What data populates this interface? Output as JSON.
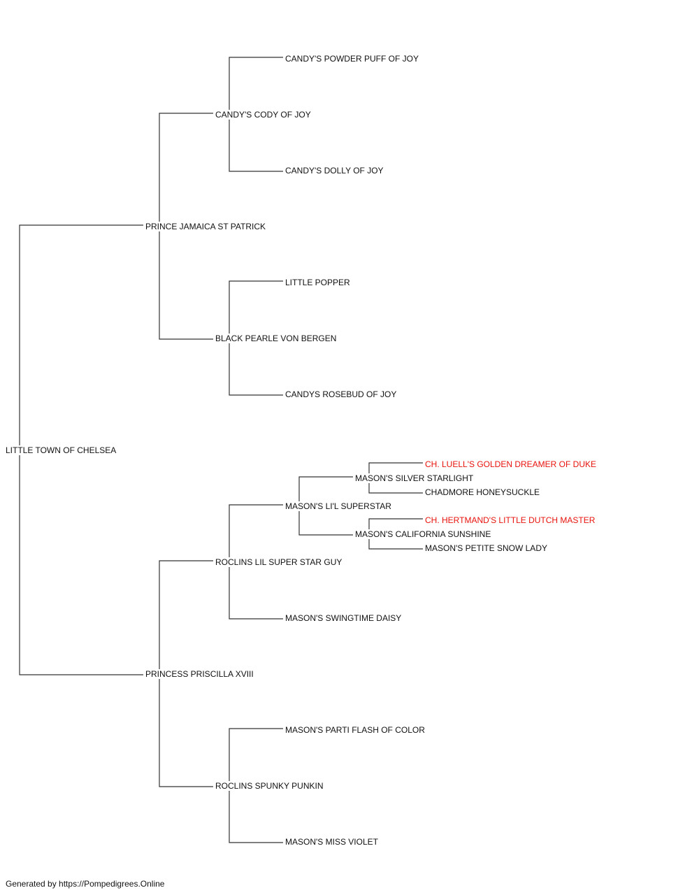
{
  "pedigree": {
    "subject": "LITTLE TOWN OF CHELSEA",
    "sire": "PRINCE JAMAICA ST PATRICK",
    "sire_sire": "CANDY'S CODY OF JOY",
    "sire_sire_sire": "CANDY'S POWDER PUFF OF JOY",
    "sire_sire_dam": "CANDY'S DOLLY OF JOY",
    "sire_dam": "BLACK PEARLE VON BERGEN",
    "sire_dam_sire": "LITTLE POPPER",
    "sire_dam_dam": "CANDYS ROSEBUD OF JOY",
    "dam": "PRINCESS PRISCILLA XVIII",
    "dam_sire": "ROCLINS LIL SUPER STAR GUY",
    "dam_sire_sire": "MASON'S LI'L SUPERSTAR",
    "dam_sire_sire_sire": "MASON'S SILVER STARLIGHT",
    "dam_sire_sire_sire_sire": "CH. LUELL'S GOLDEN DREAMER OF DUKE",
    "dam_sire_sire_sire_dam": "CHADMORE HONEYSUCKLE",
    "dam_sire_sire_dam": "MASON'S CALIFORNIA SUNSHINE",
    "dam_sire_sire_dam_sire": "CH. HERTMAND'S LITTLE DUTCH MASTER",
    "dam_sire_sire_dam_dam": "MASON'S PETITE SNOW LADY",
    "dam_sire_dam": "MASON'S SWINGTIME DAISY",
    "dam_dam": "ROCLINS SPUNKY PUNKIN",
    "dam_dam_sire": "MASON'S PARTI FLASH OF COLOR",
    "dam_dam_dam": "MASON'S MISS VIOLET"
  },
  "footer": {
    "text": "Generated by https://Pompedigrees.Online"
  },
  "colors": {
    "line": "#333333",
    "text": "#111111",
    "champion": "#e8120c",
    "background": "#ffffff"
  }
}
